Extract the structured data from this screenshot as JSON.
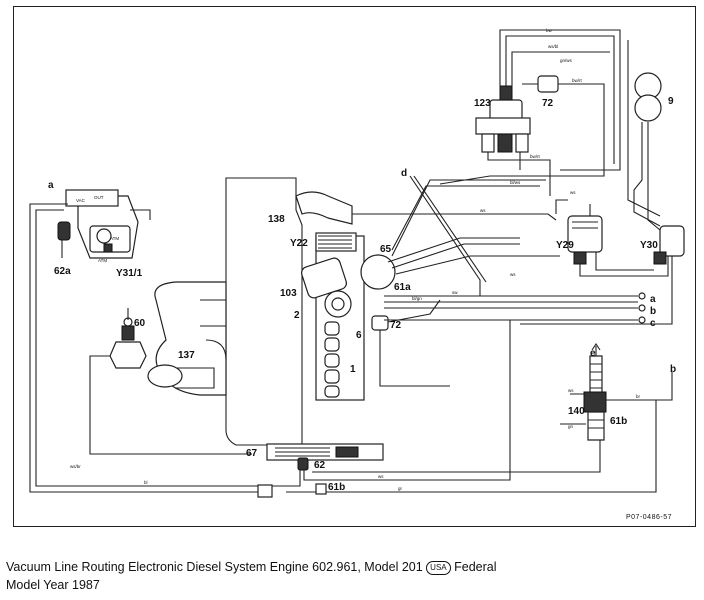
{
  "figure_code": "P07-0486-57",
  "caption": {
    "line1_pre": "Vacuum Line Routing Electronic Diesel System Engine 602.961, Model 201",
    "usa_badge": "USA",
    "line1_post": "Federal",
    "line2": "Model Year 1987"
  },
  "labels": {
    "p123": "123",
    "p72a": "72",
    "p9": "9",
    "pd": "d",
    "p138": "138",
    "pY22": "Y22",
    "p65": "65",
    "pY29": "Y29",
    "pY30": "Y30",
    "pa_top": "a",
    "p62a": "62a",
    "pY31": "Y31/1",
    "p60": "60",
    "p103": "103",
    "p61a": "61a",
    "p2": "2",
    "p6": "6",
    "p72b": "72",
    "p137": "137",
    "p1": "1",
    "pe": "e",
    "pb_right": "b",
    "p140": "140",
    "p61b_right": "61b",
    "p67": "67",
    "p62": "62",
    "p61b_bottom": "61b",
    "conn_a": "a",
    "conn_b": "b",
    "conn_c": "c"
  },
  "small_labels": {
    "vac": "VAC",
    "out": "OUT",
    "atm1": "ATM",
    "atm2": "ATM",
    "bw": "bw",
    "ws_bl": "ws/bl",
    "gn_ws": "gn/ws",
    "bw_rt": "bw/rt",
    "bl_ws": "bl/ws",
    "ws1": "ws",
    "ws2": "ws",
    "ws3": "ws",
    "sw": "sw",
    "bl_gn": "bl/gn",
    "bw_rt2": "bw/rt",
    "ws_br": "ws/br",
    "bl1": "bl",
    "ws4": "ws",
    "gr": "gr",
    "ws5": "ws",
    "gn": "gn",
    "br": "br"
  }
}
